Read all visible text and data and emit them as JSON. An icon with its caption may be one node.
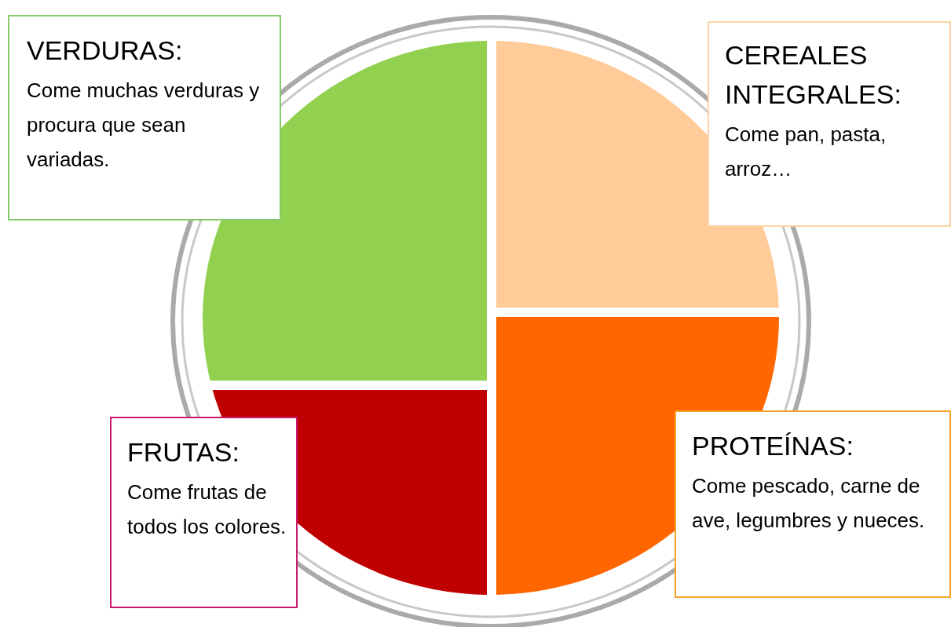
{
  "diagram": {
    "nodes": [
      {
        "text": [
          "VERDURAS:",
          "Come muchas verduras y procura que sean variadas."
        ]
      },
      {
        "text": [
          "CEREALES INTEGRALES:",
          "Come pan, pasta, arroz…"
        ]
      },
      {
        "text": [
          "FRUTAS:",
          "Come frutas de todos los colores."
        ]
      },
      {
        "text": [
          "PROTEÍNAS:",
          "Come pescado, carne de ave, legumbres y nueces."
        ]
      }
    ]
  }
}
